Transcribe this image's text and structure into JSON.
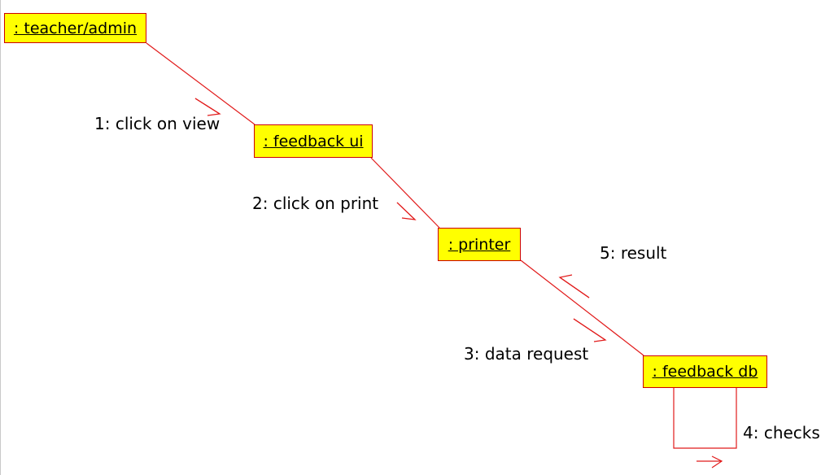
{
  "diagram": {
    "objects": [
      {
        "id": "teacher_admin",
        "label": " : teacher/admin"
      },
      {
        "id": "feedback_ui",
        "label": " : feedback ui"
      },
      {
        "id": "printer",
        "label": " : printer"
      },
      {
        "id": "feedback_db",
        "label": " : feedback db"
      }
    ],
    "messages": [
      {
        "id": "m1",
        "label": "1: click on view",
        "from": "teacher_admin",
        "to": "feedback_ui"
      },
      {
        "id": "m2",
        "label": "2: click on print",
        "from": "feedback_ui",
        "to": "printer"
      },
      {
        "id": "m3",
        "label": "3: data request",
        "from": "printer",
        "to": "feedback_db"
      },
      {
        "id": "m4",
        "label": "4: checks",
        "from": "feedback_db",
        "to": "feedback_db"
      },
      {
        "id": "m5",
        "label": "5: result",
        "from": "feedback_db",
        "to": "printer"
      }
    ],
    "colors": {
      "object_fill": "#ffff00",
      "object_border": "#cc0000",
      "link": "#e11a1a",
      "text": "#000000"
    }
  }
}
